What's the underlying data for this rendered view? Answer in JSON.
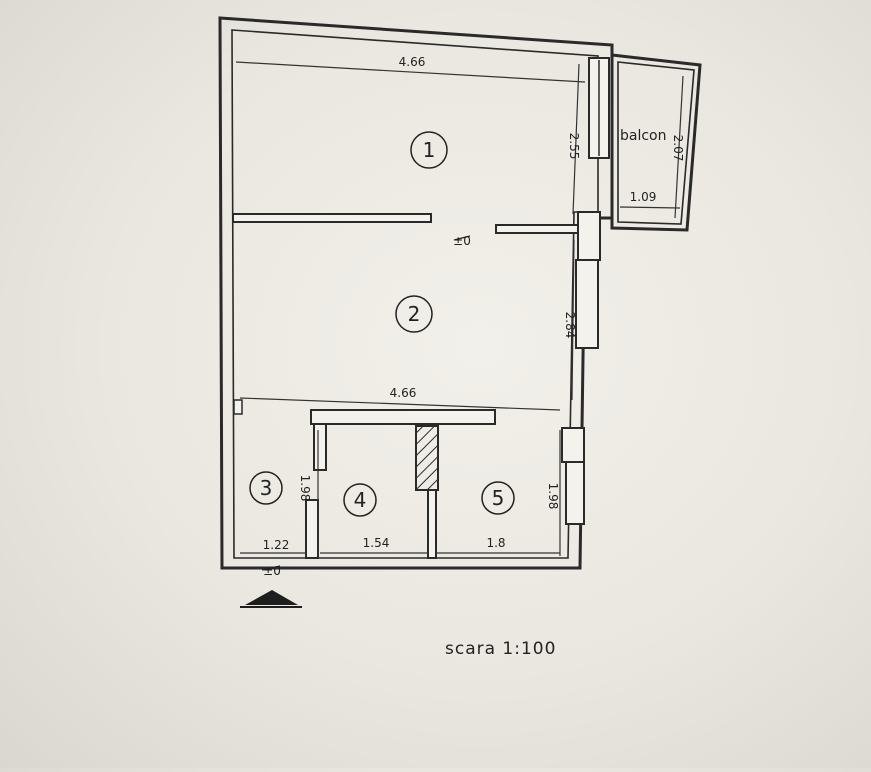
{
  "plan": {
    "rooms": [
      {
        "id": "1",
        "label": "1"
      },
      {
        "id": "2",
        "label": "2"
      },
      {
        "id": "3",
        "label": "3"
      },
      {
        "id": "4",
        "label": "4"
      },
      {
        "id": "5",
        "label": "5"
      }
    ],
    "dimensions": {
      "room1_width": "4.66",
      "room1_depth": "2.55",
      "balcony_depth": "2.07",
      "balcony_width": "1.09",
      "room2_depth": "2.84",
      "room2_width": "4.66",
      "room3_depth": "1.98",
      "room3_width": "1.22",
      "room4_width": "1.54",
      "room5_depth": "1.98",
      "room5_width": "1.8"
    },
    "balcony_label": "balcon",
    "level_mark_1": "±0",
    "level_mark_2": "±0",
    "scale_text": "scara 1:100"
  }
}
